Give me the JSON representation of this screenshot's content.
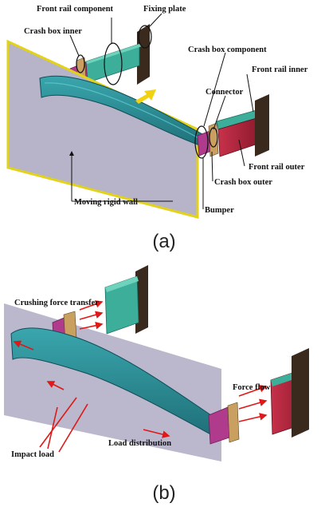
{
  "figure": {
    "panel_a": {
      "tag": "(a)",
      "labels": {
        "front_rail_component": "Front rail component",
        "fixing_plate": "Fixing plate",
        "crash_box_inner": "Crash box inner",
        "crash_box_component": "Crash box component",
        "front_rail_inner": "Front rail inner",
        "connector": "Connector",
        "front_rail_outer": "Front rail outer",
        "crash_box_outer": "Crash box outer",
        "moving_rigid_wall": "Moving rigid wall",
        "bumper": "Bumper"
      }
    },
    "panel_b": {
      "tag": "(b)",
      "labels": {
        "crushing_force_transfer": "Crushing force transfer",
        "force_flow": "Force flow",
        "impact_load": "Impact  load",
        "load_distribution": "Load distribution"
      }
    },
    "colors": {
      "rail_teal": "#3cae9a",
      "rail_red": "#b3243c",
      "crash_box_magenta": "#b03a8c",
      "bumper_teal": "#2c8e96",
      "plate_brown": "#3a2a1e",
      "wall_purple": "#b7b3c9",
      "wall_border_yellow": "#e2d21a",
      "arrow_yellow": "#f2d10e",
      "force_arrow_red": "#e01818"
    }
  }
}
